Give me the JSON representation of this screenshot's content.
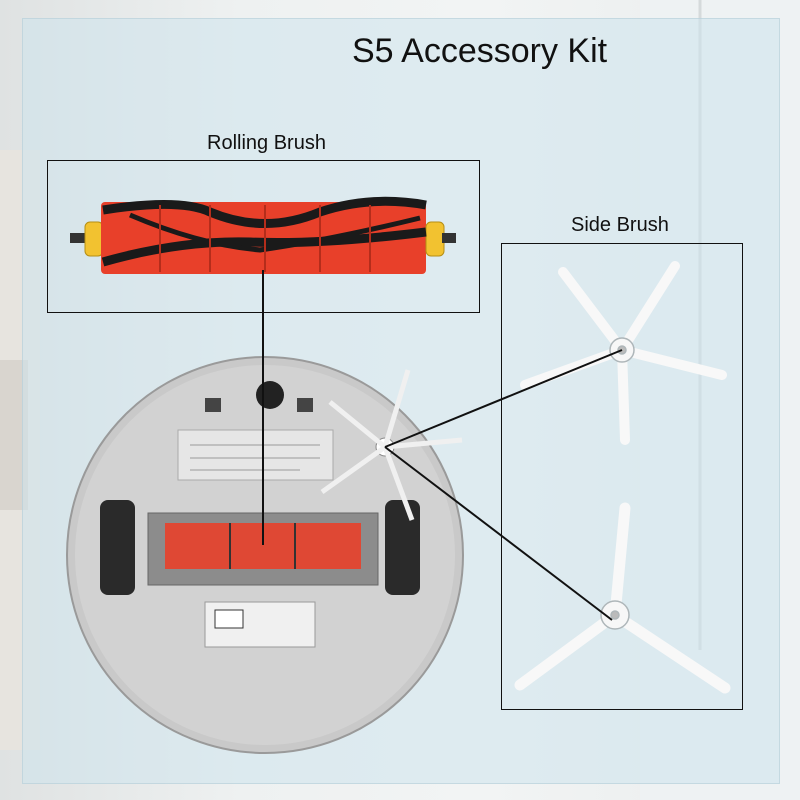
{
  "title": "S5 Accessory Kit",
  "labels": {
    "rolling_brush": "Rolling Brush",
    "side_brush": "Side Brush"
  },
  "colors": {
    "brush_red": "#e8402a",
    "bristle_black": "#1a1a1a",
    "end_cap_yellow": "#f2c230",
    "robot_gray": "#c9c9c9",
    "panel_blue": "#cfe4ec"
  }
}
